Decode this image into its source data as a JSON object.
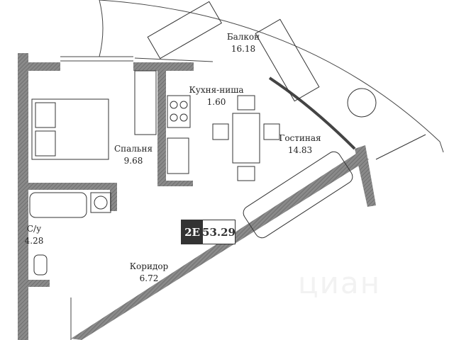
{
  "rooms": [
    {
      "name": "Балкон",
      "area": "16.18"
    },
    {
      "name": "Кухня-ниша",
      "area": "1.60"
    },
    {
      "name": "Гостиная",
      "area": "14.83"
    },
    {
      "name": "Спальня",
      "area": "9.68"
    },
    {
      "name": "С/у",
      "area": "4.28"
    },
    {
      "name": "Коридор",
      "area": "6.72"
    }
  ],
  "badge": {
    "type": "2Е",
    "total_area": "53.29"
  },
  "watermark": "циан",
  "colors": {
    "wall": "#7a7a7a",
    "badge_dark": "#333333"
  }
}
